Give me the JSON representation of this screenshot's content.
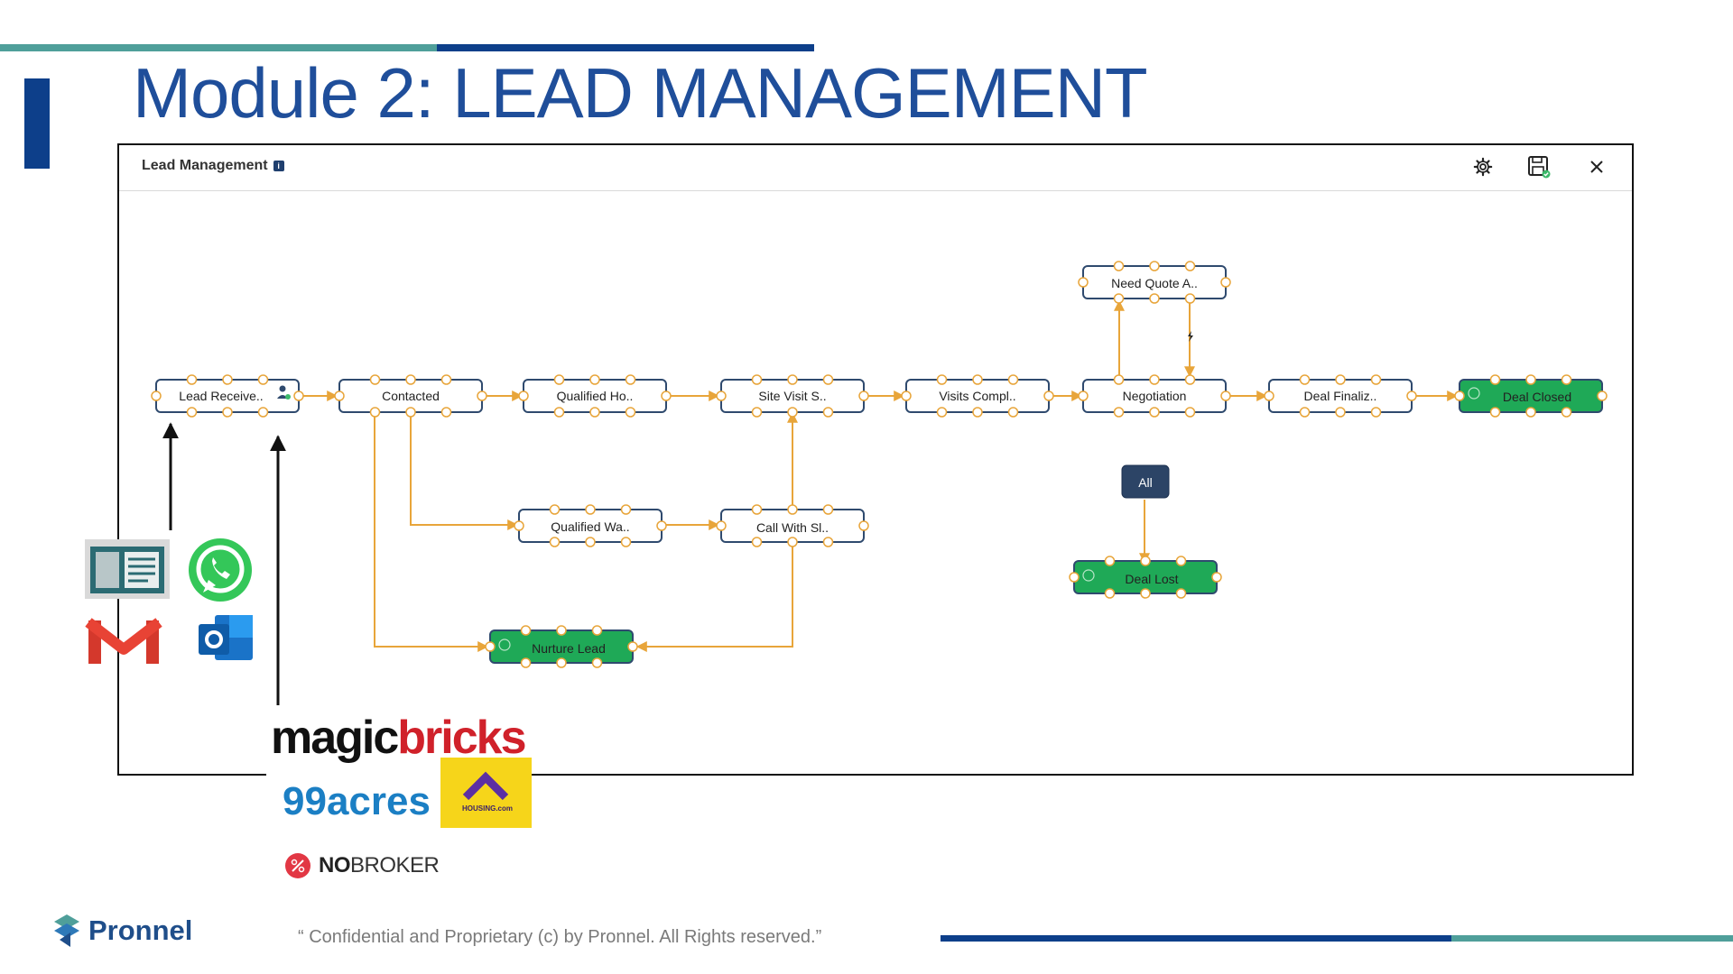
{
  "slide": {
    "title": "Module 2: LEAD MANAGEMENT",
    "footer": "“ Confidential and Proprietary (c) by Pronnel. All Rights reserved.”",
    "brand": "Pronnel"
  },
  "window": {
    "title": "Lead Management",
    "icons": [
      "settings-gear-icon",
      "save-icon",
      "close-icon"
    ]
  },
  "flow": {
    "nodes": {
      "lead_received": "Lead Receive..",
      "contacted": "Contacted",
      "qualified_ho": "Qualified Ho..",
      "site_visit": "Site Visit S..",
      "visits_completed": "Visits Compl..",
      "negotiation": "Negotiation",
      "deal_finalized": "Deal Finaliz..",
      "deal_closed": "Deal Closed",
      "need_quote": "Need Quote A..",
      "qualified_wa": "Qualified Wa..",
      "call_with": "Call With Sl..",
      "nurture_lead": "Nurture Lead",
      "all": "All",
      "deal_lost": "Deal Lost"
    }
  },
  "sources": {
    "magicbricks_a": "magic",
    "magicbricks_b": "bricks",
    "acres": "99acres",
    "housing": "HOUSING.com",
    "nobroker_a": "NO",
    "nobroker_b": "BROKER"
  },
  "colors": {
    "connector": "#e8a53a",
    "node_border": "#2f4a6e",
    "terminal_fill": "#1fa957",
    "all_fill": "#2c4466",
    "title_blue": "#1f4e9a",
    "navy": "#0d3f8a",
    "teal": "#4f9f9a"
  }
}
